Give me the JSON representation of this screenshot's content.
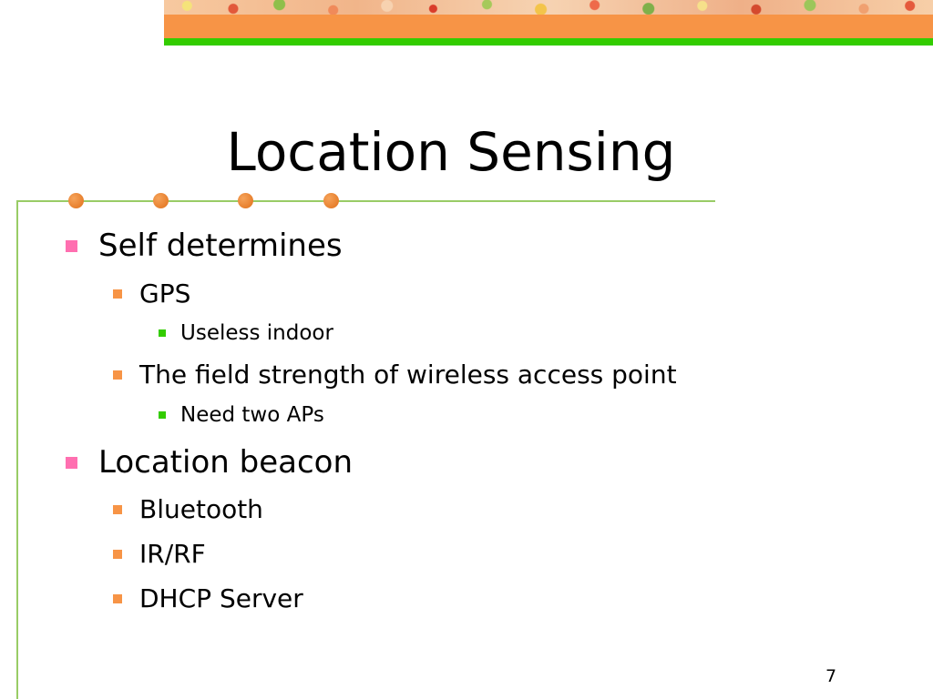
{
  "slide": {
    "title": "Location Sensing",
    "page_number": "7",
    "bullets": [
      {
        "level": 1,
        "text": "Self determines"
      },
      {
        "level": 2,
        "text": "GPS"
      },
      {
        "level": 3,
        "text": "Useless indoor"
      },
      {
        "level": 2,
        "text": "The field strength of wireless access point"
      },
      {
        "level": 3,
        "text": "Need two APs"
      },
      {
        "level": 1,
        "text": "Location beacon"
      },
      {
        "level": 2,
        "text": "Bluetooth"
      },
      {
        "level": 2,
        "text": "IR/RF"
      },
      {
        "level": 2,
        "text": "DHCP Server"
      }
    ]
  },
  "colors": {
    "banner_orange": "#f79446",
    "banner_green": "#33cc00",
    "frame_line": "#99cc66",
    "bullet_level1": "#ff6fb0",
    "bullet_level2": "#f79446",
    "bullet_level3": "#33cc00"
  }
}
